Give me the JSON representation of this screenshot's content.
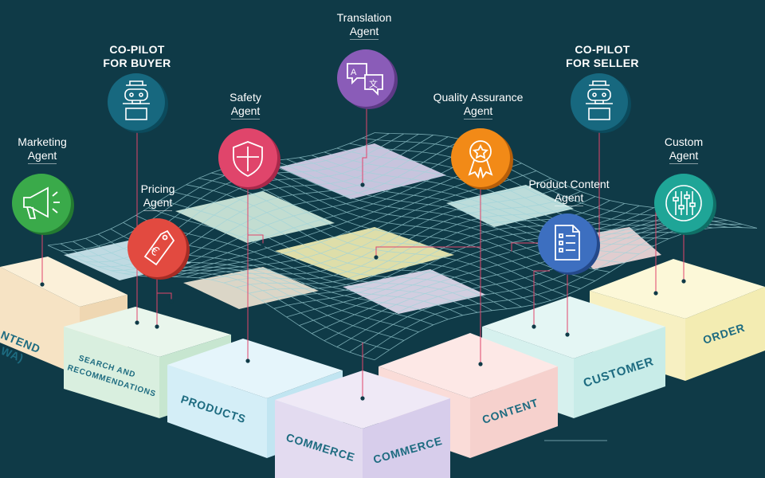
{
  "agents": {
    "translation": {
      "line1": "Translation",
      "line2": "Agent",
      "icon": "translate-icon",
      "color": "#8a5cb8"
    },
    "copilot_buyer": {
      "line1": "CO-PILOT",
      "line2": "FOR BUYER",
      "icon": "robot-icon",
      "color": "#17687f"
    },
    "copilot_seller": {
      "line1": "CO-PILOT",
      "line2": "FOR SELLER",
      "icon": "robot-icon",
      "color": "#17687f"
    },
    "safety": {
      "line1": "Safety",
      "line2": "Agent",
      "icon": "shield-icon",
      "color": "#e0456b"
    },
    "quality": {
      "line1": "Quality Assurance",
      "line2": "Agent",
      "icon": "award-ribbon-icon",
      "color": "#f28a17"
    },
    "marketing": {
      "line1": "Marketing",
      "line2": "Agent",
      "icon": "megaphone-icon",
      "color": "#3aaa4a"
    },
    "pricing": {
      "line1": "Pricing",
      "line2": "Agent",
      "icon": "price-tag-icon",
      "color": "#e24a40"
    },
    "product_content": {
      "line1": "Product Content",
      "line2": "Agent",
      "icon": "document-list-icon",
      "color": "#3d6fc0"
    },
    "custom": {
      "line1": "Custom",
      "line2": "Agent",
      "icon": "sliders-icon",
      "color": "#1fa597"
    }
  },
  "blocks": {
    "frontend": {
      "line1": "NTEND",
      "line2": "WA)"
    },
    "search": {
      "line1": "SEARCH AND",
      "line2": "RECOMMENDATIONS"
    },
    "products": "PRODUCTS",
    "commerce_left": "COMMERCE",
    "commerce_right": "COMMERCE",
    "content": "CONTENT",
    "customer": "CUSTOMER",
    "order": "ORDER"
  }
}
